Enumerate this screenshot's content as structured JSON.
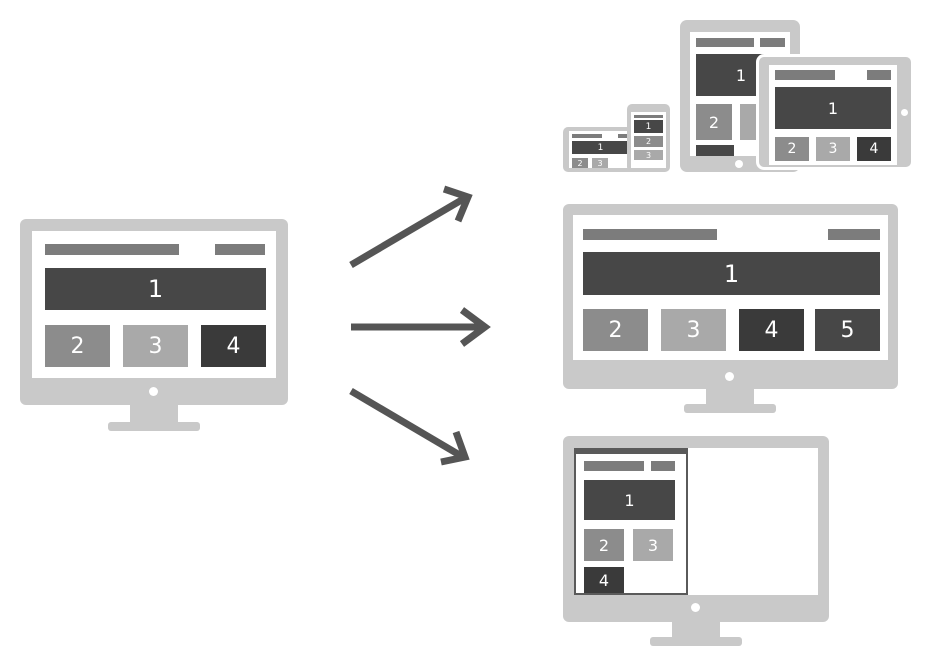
{
  "source_desktop": {
    "blocks": [
      "1",
      "2",
      "3",
      "4"
    ]
  },
  "targets": {
    "phone_landscape": {
      "blocks": [
        "1",
        "2",
        "3"
      ]
    },
    "phone_portrait": {
      "blocks": [
        "1",
        "2",
        "3"
      ]
    },
    "tablet_portrait": {
      "blocks": [
        "1",
        "2"
      ]
    },
    "tablet_landscape": {
      "blocks": [
        "1",
        "2",
        "3",
        "4"
      ]
    },
    "wide_desktop": {
      "blocks": [
        "1",
        "2",
        "3",
        "4",
        "5"
      ]
    },
    "narrow_window": {
      "blocks": [
        "1",
        "2",
        "3",
        "4"
      ]
    }
  },
  "colors": {
    "frame": "#c9c9c9",
    "dark": "#474747",
    "mid": "#8c8c8c",
    "light": "#a9a9a9",
    "arrow": "#555555"
  }
}
